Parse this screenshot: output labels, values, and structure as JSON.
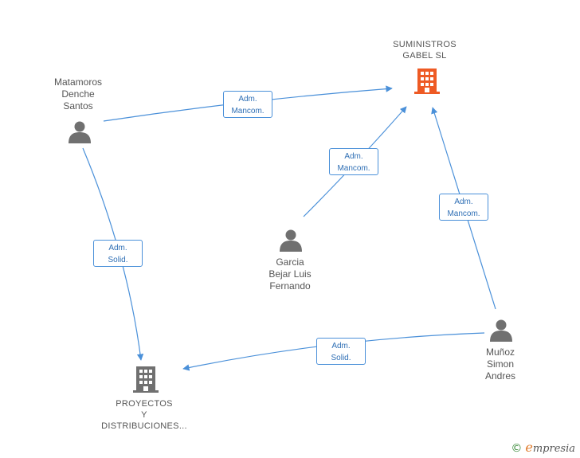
{
  "colors": {
    "edge": "#4a90d9",
    "person": "#707070",
    "company_main": "#ee5a24",
    "company_other": "#707070"
  },
  "nodes": {
    "suministros": {
      "lines": [
        "SUMINISTROS",
        "GABEL SL"
      ],
      "icon": "building-icon"
    },
    "matamoros": {
      "lines": [
        "Matamoros",
        "Denche",
        "Santos"
      ],
      "icon": "person-icon"
    },
    "garcia": {
      "lines": [
        "Garcia",
        "Bejar Luis",
        "Fernando"
      ],
      "icon": "person-icon"
    },
    "munoz": {
      "lines": [
        "Muñoz",
        "Simon",
        "Andres"
      ],
      "icon": "person-icon"
    },
    "proyectos": {
      "lines": [
        "PROYECTOS",
        "Y",
        "DISTRIBUCIONES..."
      ],
      "icon": "building-icon"
    }
  },
  "edges": {
    "matamoros_suministros": {
      "line1": "Adm.",
      "line2": "Mancom."
    },
    "garcia_suministros": {
      "line1": "Adm.",
      "line2": "Mancom."
    },
    "munoz_suministros": {
      "line1": "Adm.",
      "line2": "Mancom."
    },
    "matamoros_proyectos": {
      "line1": "Adm.",
      "line2": "Solid."
    },
    "munoz_proyectos": {
      "line1": "Adm.",
      "line2": "Solid."
    }
  },
  "footer": {
    "copyright": "©",
    "brand_initial": "e",
    "brand_rest": "mpresia"
  }
}
